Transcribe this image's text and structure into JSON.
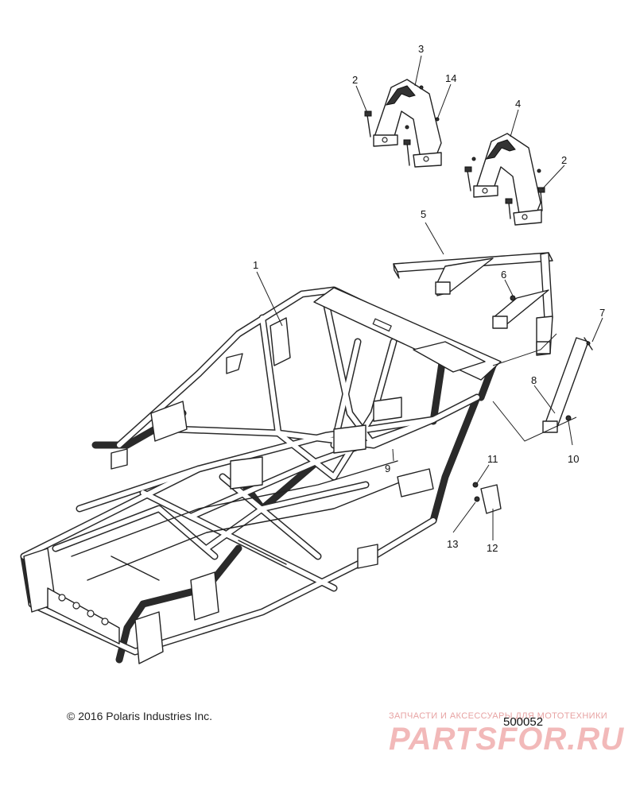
{
  "diagram": {
    "callouts": [
      "1",
      "2",
      "3",
      "4",
      "5",
      "6",
      "7",
      "8",
      "9",
      "10",
      "11",
      "12",
      "13",
      "14"
    ]
  },
  "footer": {
    "copyright": "© 2016 Polaris Industries Inc.",
    "figure_id": "500052"
  },
  "watermark": {
    "line": "ЗАПЧАСТИ И АКСЕССУАРЫ ДЛЯ МОТОТЕХНИКИ",
    "logo": "PARTSFOR.RU"
  }
}
